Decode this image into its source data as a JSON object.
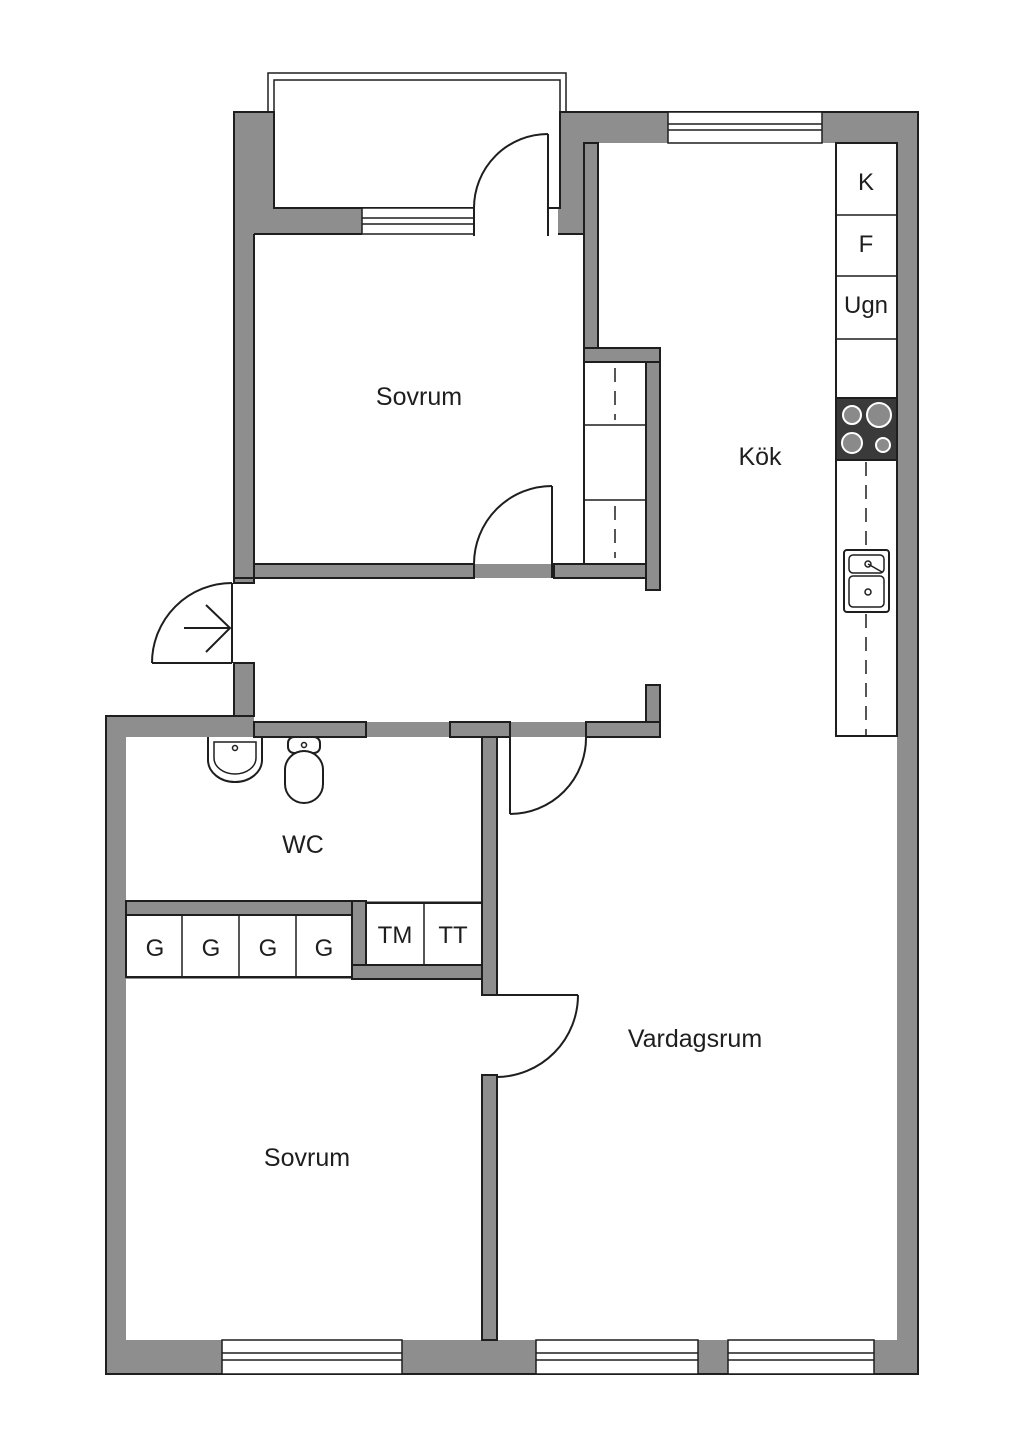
{
  "rooms": {
    "bedroom_top": "Sovrum",
    "kitchen": "Kök",
    "wc": "WC",
    "bedroom_bottom": "Sovrum",
    "living": "Vardagsrum"
  },
  "appliances": {
    "fridge": "K",
    "freezer": "F",
    "oven": "Ugn"
  },
  "storage": {
    "wardrobes": [
      "G",
      "G",
      "G",
      "G"
    ],
    "washer": "TM",
    "dryer": "TT"
  },
  "colors": {
    "wall": "#8e8e8e",
    "line": "#1e1e1e",
    "stove": "#3a3a3a"
  }
}
